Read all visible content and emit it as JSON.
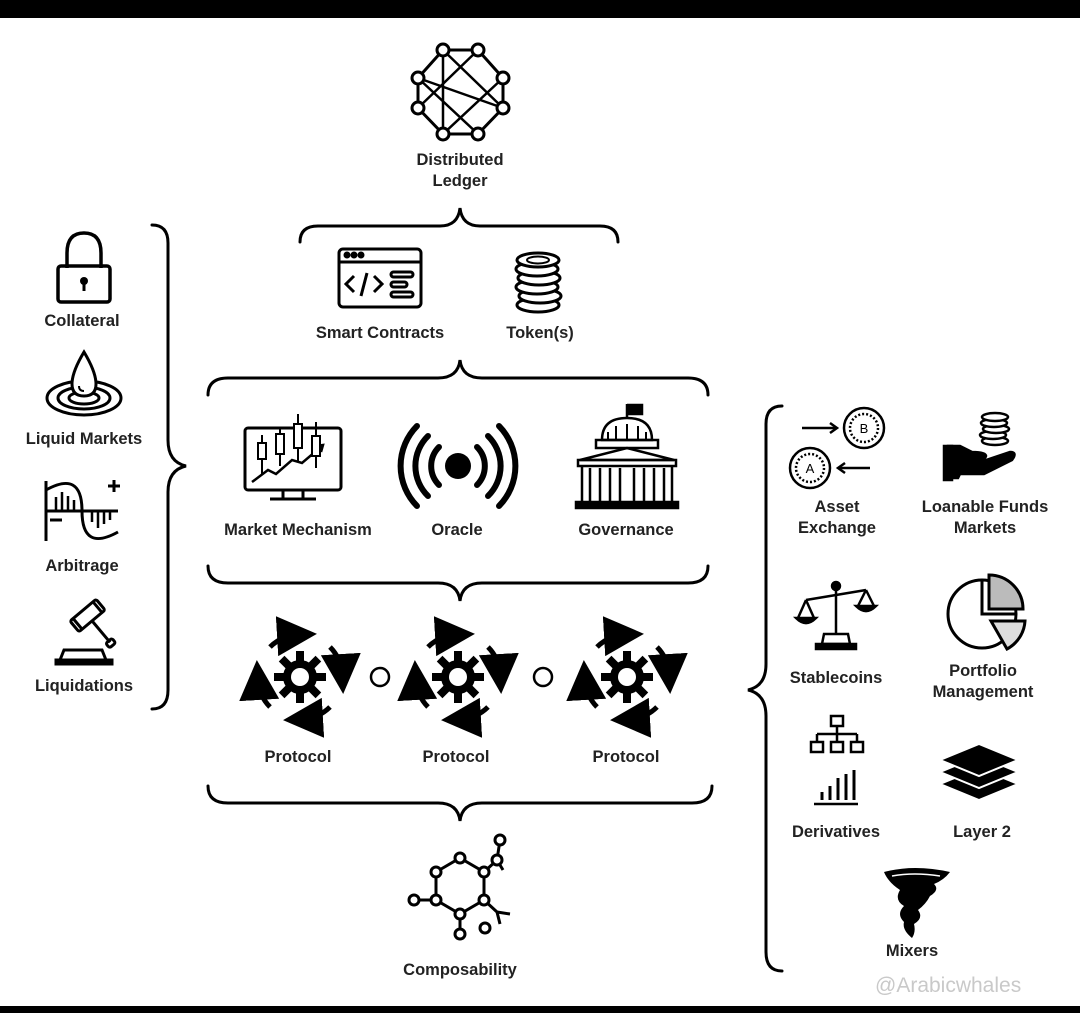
{
  "nodes": {
    "distributed_ledger": "Distributed\nLedger",
    "smart_contracts": "Smart Contracts",
    "tokens": "Token(s)",
    "market_mechanism": "Market Mechanism",
    "oracle": "Oracle",
    "governance": "Governance",
    "protocol_1": "Protocol",
    "protocol_2": "Protocol",
    "protocol_3": "Protocol",
    "composability": "Composability"
  },
  "left_group": {
    "collateral": "Collateral",
    "liquid_markets": "Liquid Markets",
    "arbitrage": "Arbitrage",
    "liquidations": "Liquidations"
  },
  "right_group": {
    "asset_exchange": "Asset\nExchange",
    "loanable_funds": "Loanable Funds\nMarkets",
    "stablecoins": "Stablecoins",
    "portfolio_management": "Portfolio\nManagement",
    "derivatives": "Derivatives",
    "layer2": "Layer 2",
    "mixers": "Mixers"
  },
  "icon_glyphs": {
    "coin_a": "A",
    "coin_b": "B"
  },
  "watermark": "@Arabicwhales"
}
